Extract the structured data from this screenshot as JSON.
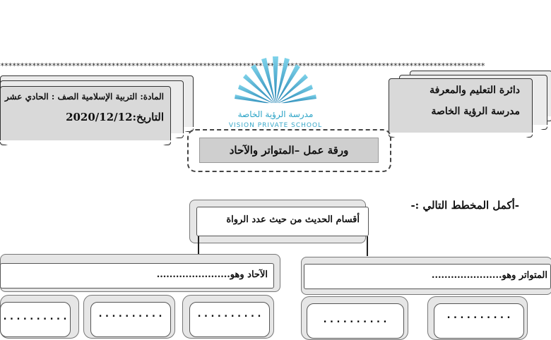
{
  "header": {
    "stars": "**************************************************************************************************************************",
    "left_box": {
      "line1": "المادة: التربية الإسلامية  الصف : الحادي عشر",
      "line2": "التاريخ:2020/12/12"
    },
    "right_box": {
      "line1": "دائرة التعليم والمعرفة",
      "line2": "مدرسة الرؤية الخاصة"
    },
    "logo": {
      "arabic": "مدرسة الرؤية الخاصة",
      "latin": "VISION PRIVATE SCHOOL",
      "color": "#2aa3c6"
    }
  },
  "title": "ورقة عمل –المتواتر والآحاد",
  "instruction": "-أكمل المخطط التالي :-",
  "diagram": {
    "root": "أقسام الحديث من حيث عدد الرواة",
    "left_branch": "الآحاد وهو.......................",
    "right_branch": "المتواتر وهو......................",
    "leaf_text": "..........",
    "left_leaves": [
      "..........",
      "..........",
      ".........."
    ],
    "right_leaves": [
      "..........",
      ".........."
    ]
  }
}
